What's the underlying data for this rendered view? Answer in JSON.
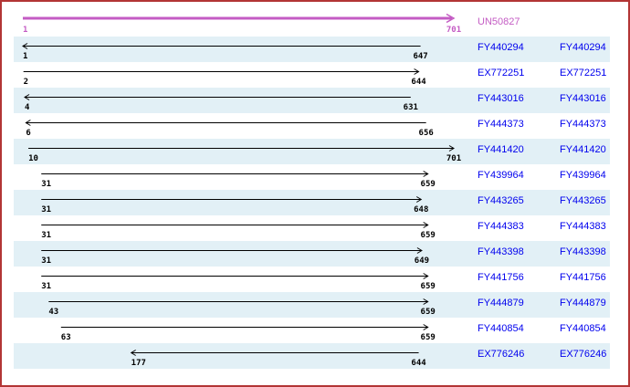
{
  "colors": {
    "frame_border": "#b23535",
    "row_band": "#e2f0f6",
    "accession_text": "#0000ee",
    "reference_color": "#c45cc4",
    "alignment_arrow": "#000000",
    "coordinate_text": "#000000",
    "background": "#ffffff"
  },
  "reference": {
    "label": "UN50827",
    "start": 1,
    "end": 701,
    "direction": "right"
  },
  "alignments": [
    {
      "label": "FY440294",
      "start": 1,
      "end": 647,
      "direction": "left"
    },
    {
      "label": "EX772251",
      "start": 2,
      "end": 644,
      "direction": "right"
    },
    {
      "label": "FY443016",
      "start": 4,
      "end": 631,
      "direction": "left"
    },
    {
      "label": "FY444373",
      "start": 6,
      "end": 656,
      "direction": "left"
    },
    {
      "label": "FY441420",
      "start": 10,
      "end": 701,
      "direction": "right"
    },
    {
      "label": "FY439964",
      "start": 31,
      "end": 659,
      "direction": "right"
    },
    {
      "label": "FY443265",
      "start": 31,
      "end": 648,
      "direction": "right"
    },
    {
      "label": "FY444383",
      "start": 31,
      "end": 659,
      "direction": "right"
    },
    {
      "label": "FY443398",
      "start": 31,
      "end": 649,
      "direction": "right"
    },
    {
      "label": "FY441756",
      "start": 31,
      "end": 659,
      "direction": "right"
    },
    {
      "label": "FY444879",
      "start": 43,
      "end": 659,
      "direction": "right"
    },
    {
      "label": "FY440854",
      "start": 63,
      "end": 659,
      "direction": "right"
    },
    {
      "label": "EX776246",
      "start": 177,
      "end": 644,
      "direction": "left"
    }
  ]
}
